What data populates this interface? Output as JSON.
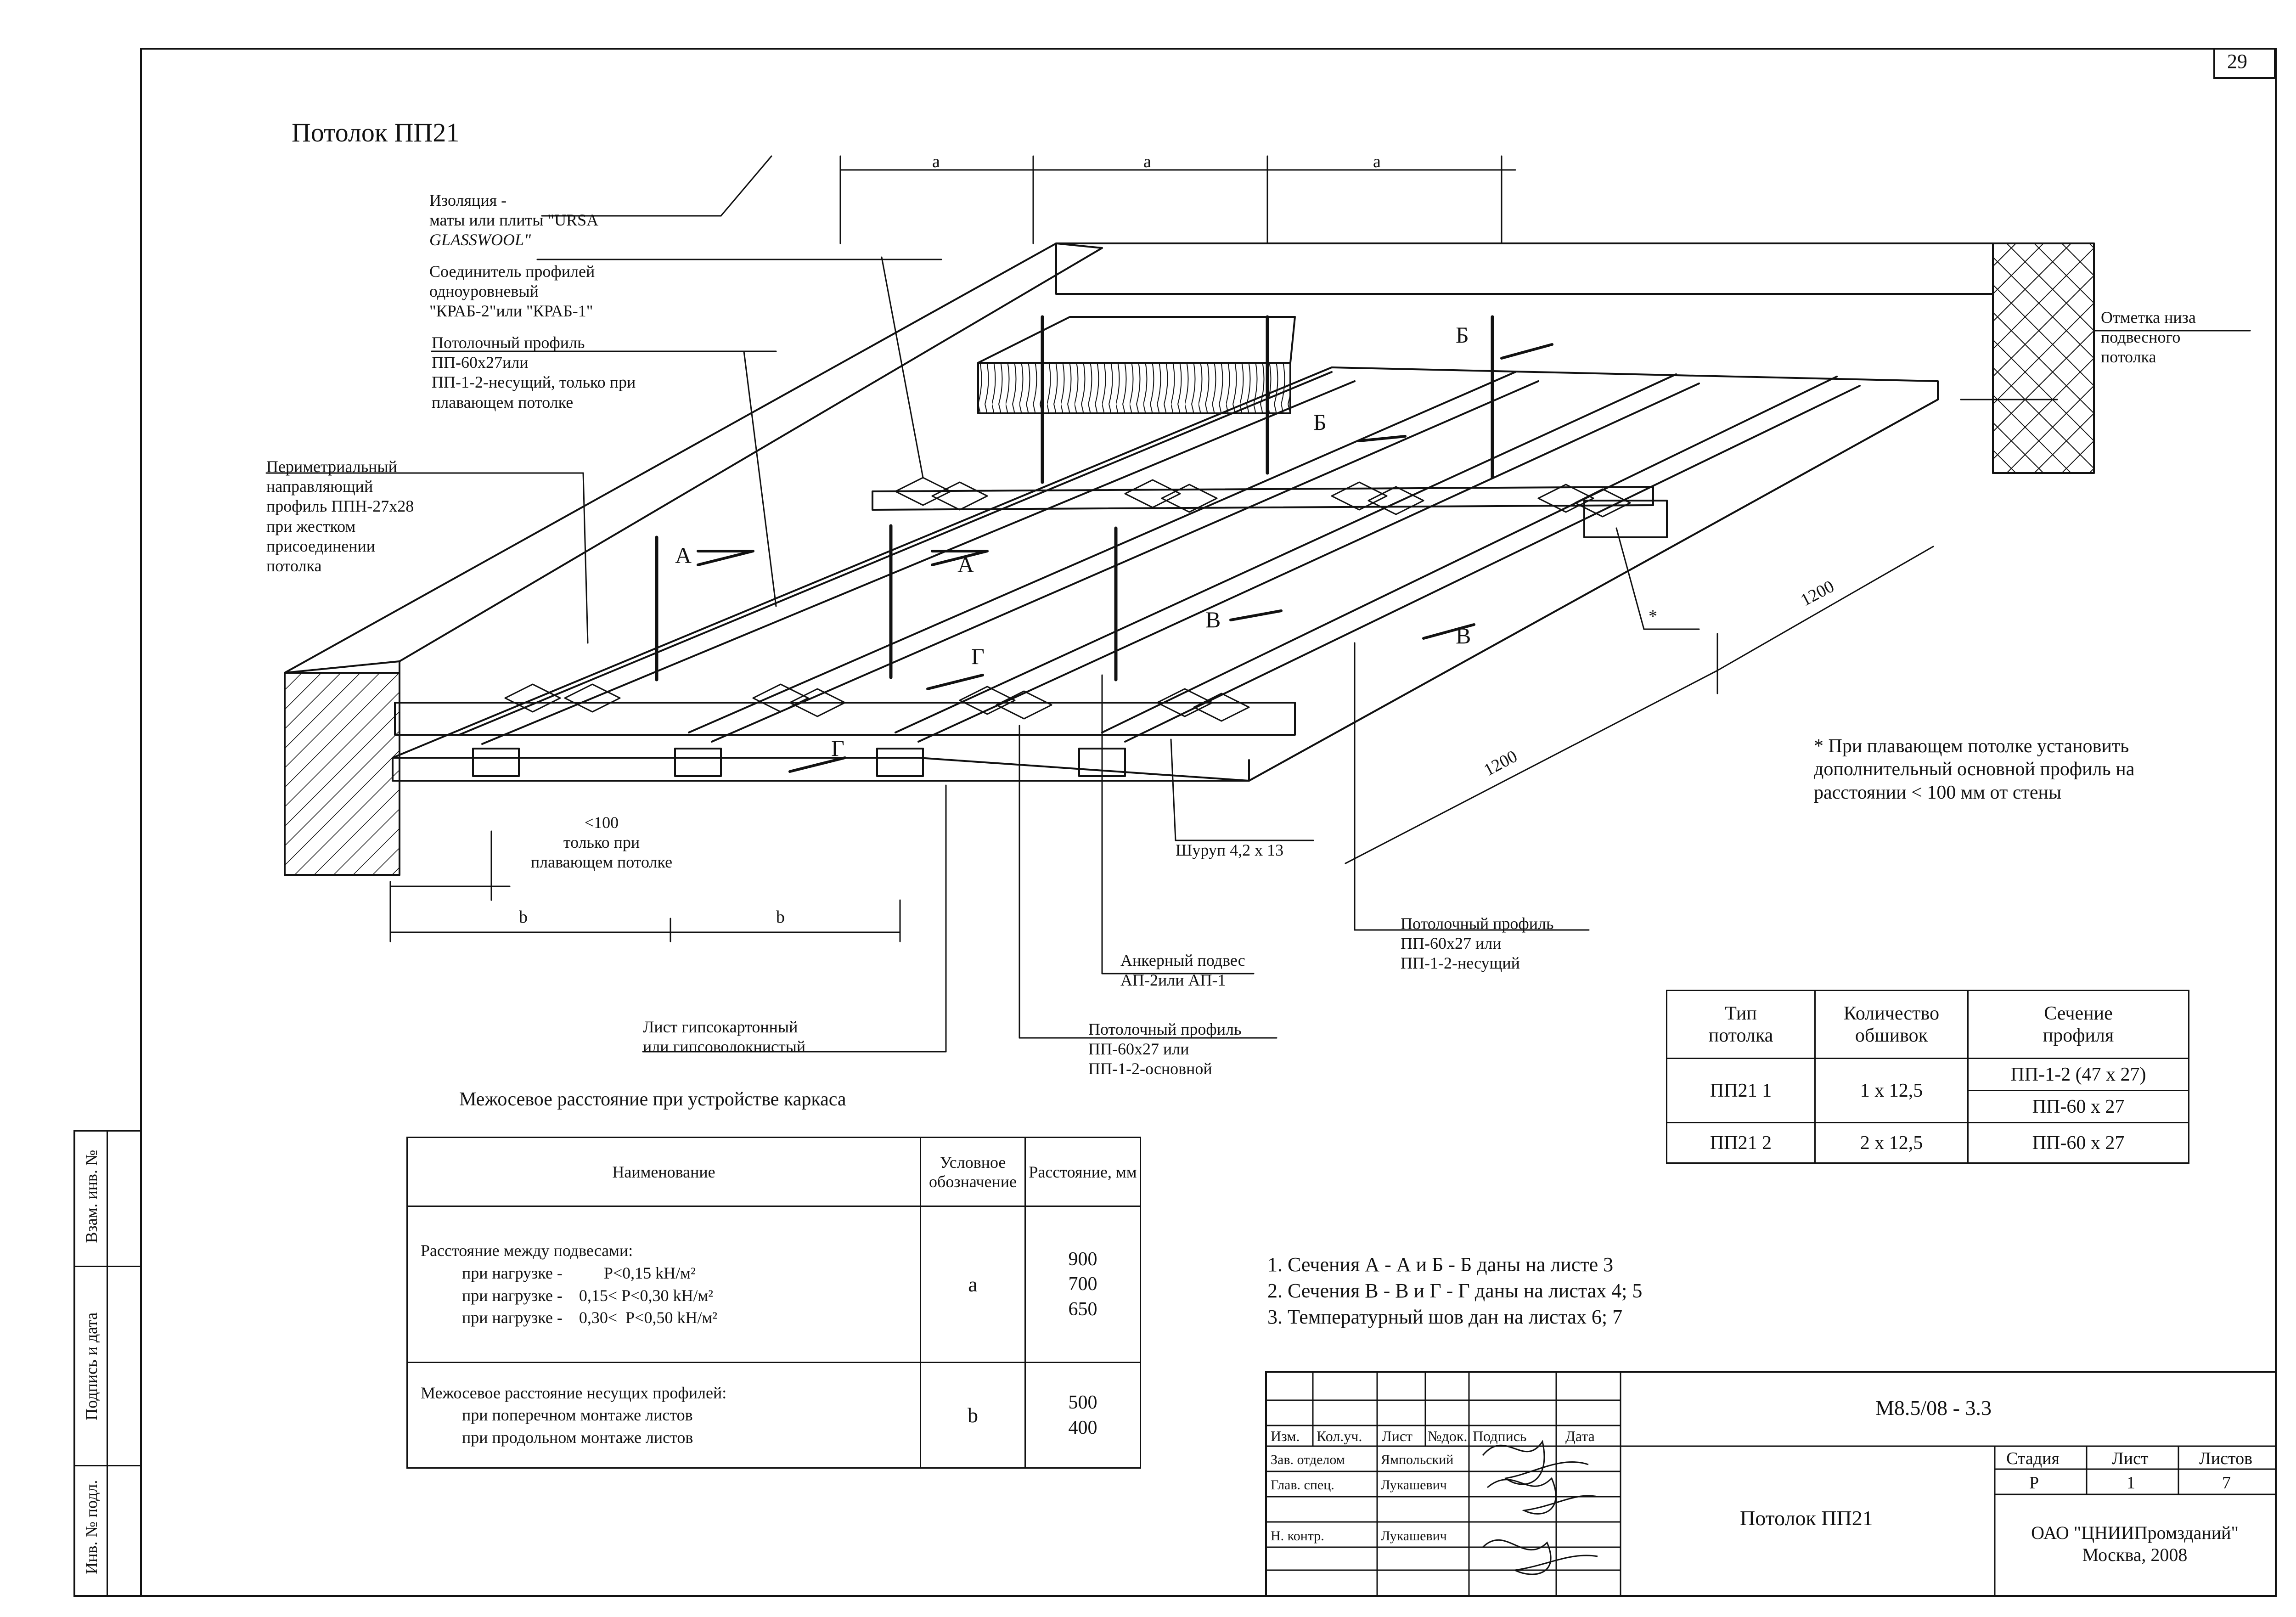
{
  "page_number": "29",
  "title": "Потолок ПП21",
  "dimensions": {
    "a": "a",
    "b": "b",
    "len1200": "1200"
  },
  "callouts": {
    "insulation": [
      "Изоляция -",
      "маты или плиты \"URSA",
      "GLASSWOOL\""
    ],
    "connector": [
      "Соединитель профилей",
      "одноуровневый",
      "\"КРАБ-2\"или \"КРАБ-1\""
    ],
    "ceiling_profile_top": [
      "Потолочный профиль",
      "ПП-60х27или",
      "ПП-1-2-несущий, только при",
      "плавающем потолке"
    ],
    "perimeter": [
      "Периметриальный",
      "направляющий",
      "профиль ППН-27х28",
      "при жестком",
      "присоединении",
      "потолка"
    ],
    "mark": [
      "Отметка низа",
      "подвесного",
      "потолка"
    ],
    "lt100": [
      "<100",
      "только при",
      "плавающем потолке"
    ],
    "screw": "Шуруп 4,2 х 13",
    "anchor": [
      "Анкерный подвес",
      "АП-2или АП-1"
    ],
    "ceiling_profile_right": [
      "Потолочный профиль",
      "ПП-60х27 или",
      "ПП-1-2-несущий"
    ],
    "sheet": [
      "Лист гипсокартонный",
      "или гипсоволокнистый"
    ],
    "ceiling_profile_main": [
      "Потолочный профиль",
      "ПП-60х27 или",
      "ПП-1-2-основной"
    ],
    "star": "*"
  },
  "section_marks": {
    "A": "А",
    "B": "Б",
    "V": "В",
    "G": "Г"
  },
  "footnote": [
    "* При плавающем потолке установить",
    "дополнительный основной профиль на",
    "расстоянии < 100 мм от стены"
  ],
  "type_table": {
    "headers": [
      [
        "Тип",
        "потолка"
      ],
      [
        "Количество",
        "обшивок"
      ],
      [
        "Сечение",
        "профиля"
      ]
    ],
    "rows": [
      {
        "type": "ПП21 1",
        "count": "1 х 12,5",
        "profiles": [
          "ПП-1-2 (47 х 27)",
          "ПП-60 х 27"
        ]
      },
      {
        "type": "ПП21 2",
        "count": "2 х 12,5",
        "profiles": [
          "ПП-60 х 27"
        ]
      }
    ]
  },
  "spacing_title": "Межосевое расстояние при устройстве каркаса",
  "spacing_table": {
    "headers": [
      "Наименование",
      "Условное обозначение",
      "Расстояние, мм"
    ],
    "row1": {
      "name": [
        "Расстояние между подвесами:",
        "при нагрузке -          P<0,15 kH/м²",
        "при нагрузке -    0,15< P<0,30 kH/м²",
        "при нагрузке -    0,30<  P<0,50 kH/м²"
      ],
      "symbol": "a",
      "values": [
        "900",
        "700",
        "650"
      ]
    },
    "row2": {
      "name": [
        "Межосевое расстояние несущих профилей:",
        "при поперечном монтаже листов",
        "при продольном монтаже листов"
      ],
      "symbol": "b",
      "values": [
        "500",
        "400"
      ]
    }
  },
  "notes": [
    "1. Сечения А - А и Б - Б даны на листе 3",
    "2. Сечения В - В и Г - Г даны на листах 4; 5",
    "3. Температурный шов дан на листах 6; 7"
  ],
  "side_stamps": [
    "Взам. инв. №",
    "Подпись и дата",
    "Инв. № подл."
  ],
  "stamp": {
    "code": "М8.5/08 - 3.3",
    "name": "Потолок ПП21",
    "cols": [
      "Изм.",
      "Кол.уч.",
      "Лист",
      "№док.",
      "Подпись",
      "Дата"
    ],
    "roles": [
      {
        "role": "Зав. отделом",
        "person": "Ямпольский"
      },
      {
        "role": "Глав. спец.",
        "person": "Лукашевич"
      },
      {
        "role": "Н. контр.",
        "person": "Лукашевич"
      }
    ],
    "stage_headers": [
      "Стадия",
      "Лист",
      "Листов"
    ],
    "stage_values": [
      "Р",
      "1",
      "7"
    ],
    "org": [
      "ОАО \"ЦНИИПромзданий\"",
      "Москва, 2008"
    ]
  }
}
